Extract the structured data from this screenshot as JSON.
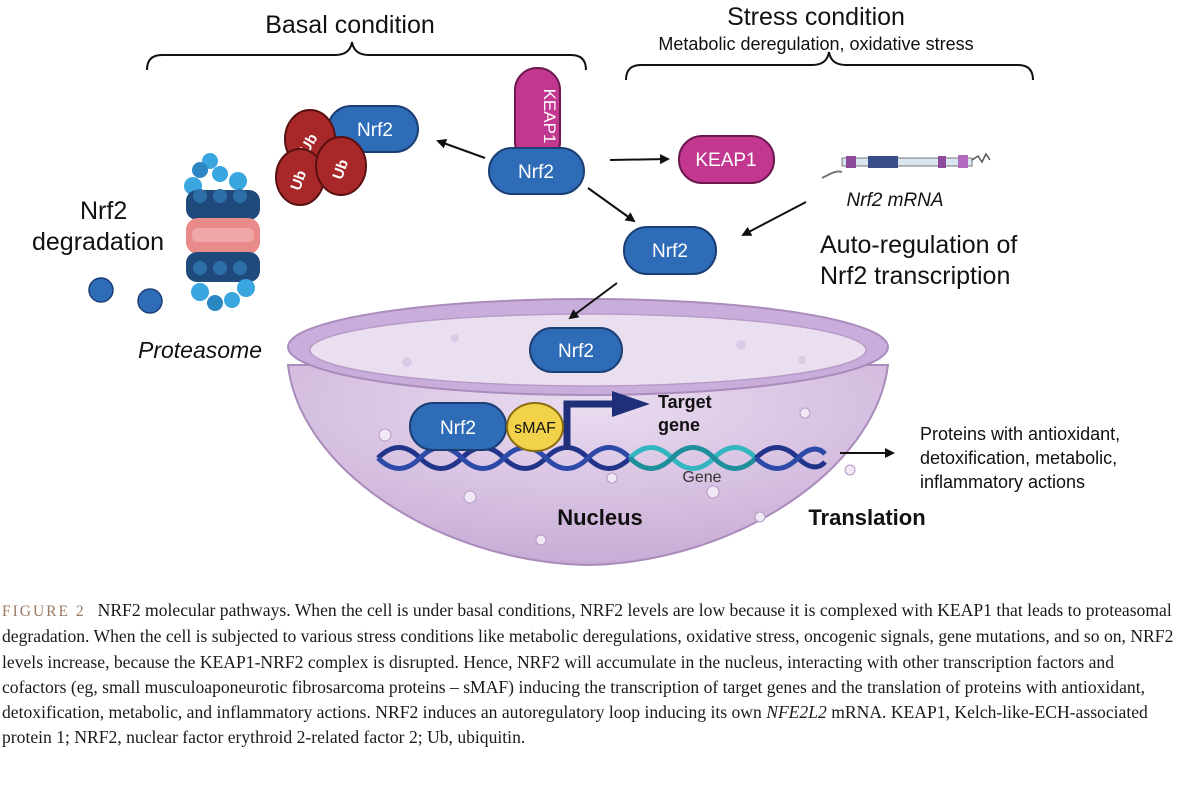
{
  "diagram": {
    "basal_title": "Basal condition",
    "stress_title": "Stress condition",
    "stress_subtitle": "Metabolic deregulation, oxidative stress",
    "keap1_vertical": "KEAP1",
    "keap1_free": "KEAP1",
    "nrf2_complex": "Nrf2",
    "nrf2_ub": "Nrf2",
    "ub_label": "Ub",
    "nrf2_free": "Nrf2",
    "nrf2_nucleus": "Nrf2",
    "nrf2_dna": "Nrf2",
    "smaf": "sMAF",
    "target_gene_line1": "Target",
    "target_gene_line2": "gene",
    "gene": "Gene",
    "degradation_line1": "Nrf2",
    "degradation_line2": "degradation",
    "proteasome": "Proteasome",
    "mrna": "Nrf2 mRNA",
    "autoreg_line1": "Auto-regulation of",
    "autoreg_line2": "Nrf2 transcription",
    "nucleus": "Nucleus",
    "translation": "Translation",
    "proteins_line1": "Proteins with antioxidant,",
    "proteins_line2": "detoxification, metabolic,",
    "proteins_line3": "inflammatory actions"
  },
  "colors": {
    "nrf2_blue": "#2f6cb8",
    "keap1_magenta": "#c2378f",
    "ub_red": "#a8282a",
    "smaf_yellow": "#f2d24b",
    "nucleus_lilac": "#d9c6e3",
    "dna_navy": "#22348a",
    "gene_teal": "#34b6c0"
  },
  "caption": {
    "label": "FIGURE 2",
    "text_a": "NRF2 molecular pathways. When the cell is under basal conditions, NRF2 levels are low because it is complexed with KEAP1 that leads to proteasomal degradation. When the cell is subjected to various stress conditions like metabolic deregulations, oxidative stress, oncogenic signals, gene mutations, and so on, NRF2 levels increase, because the KEAP1-NRF2 complex is disrupted. Hence, NRF2 will accumulate in the nucleus, interacting with other transcription factors and cofactors (eg, small musculoaponeurotic fibrosarcoma proteins – sMAF) inducing the transcription of target genes and the translation of proteins with antioxidant, detoxification, metabolic, and inflammatory actions. NRF2 induces an autoregulatory loop inducing its own",
    "gene_name": "NFE2L2",
    "text_b": "mRNA. KEAP1, Kelch-like-ECH-associated protein 1; NRF2, nuclear factor erythroid 2-related factor 2; Ub, ubiquitin."
  }
}
